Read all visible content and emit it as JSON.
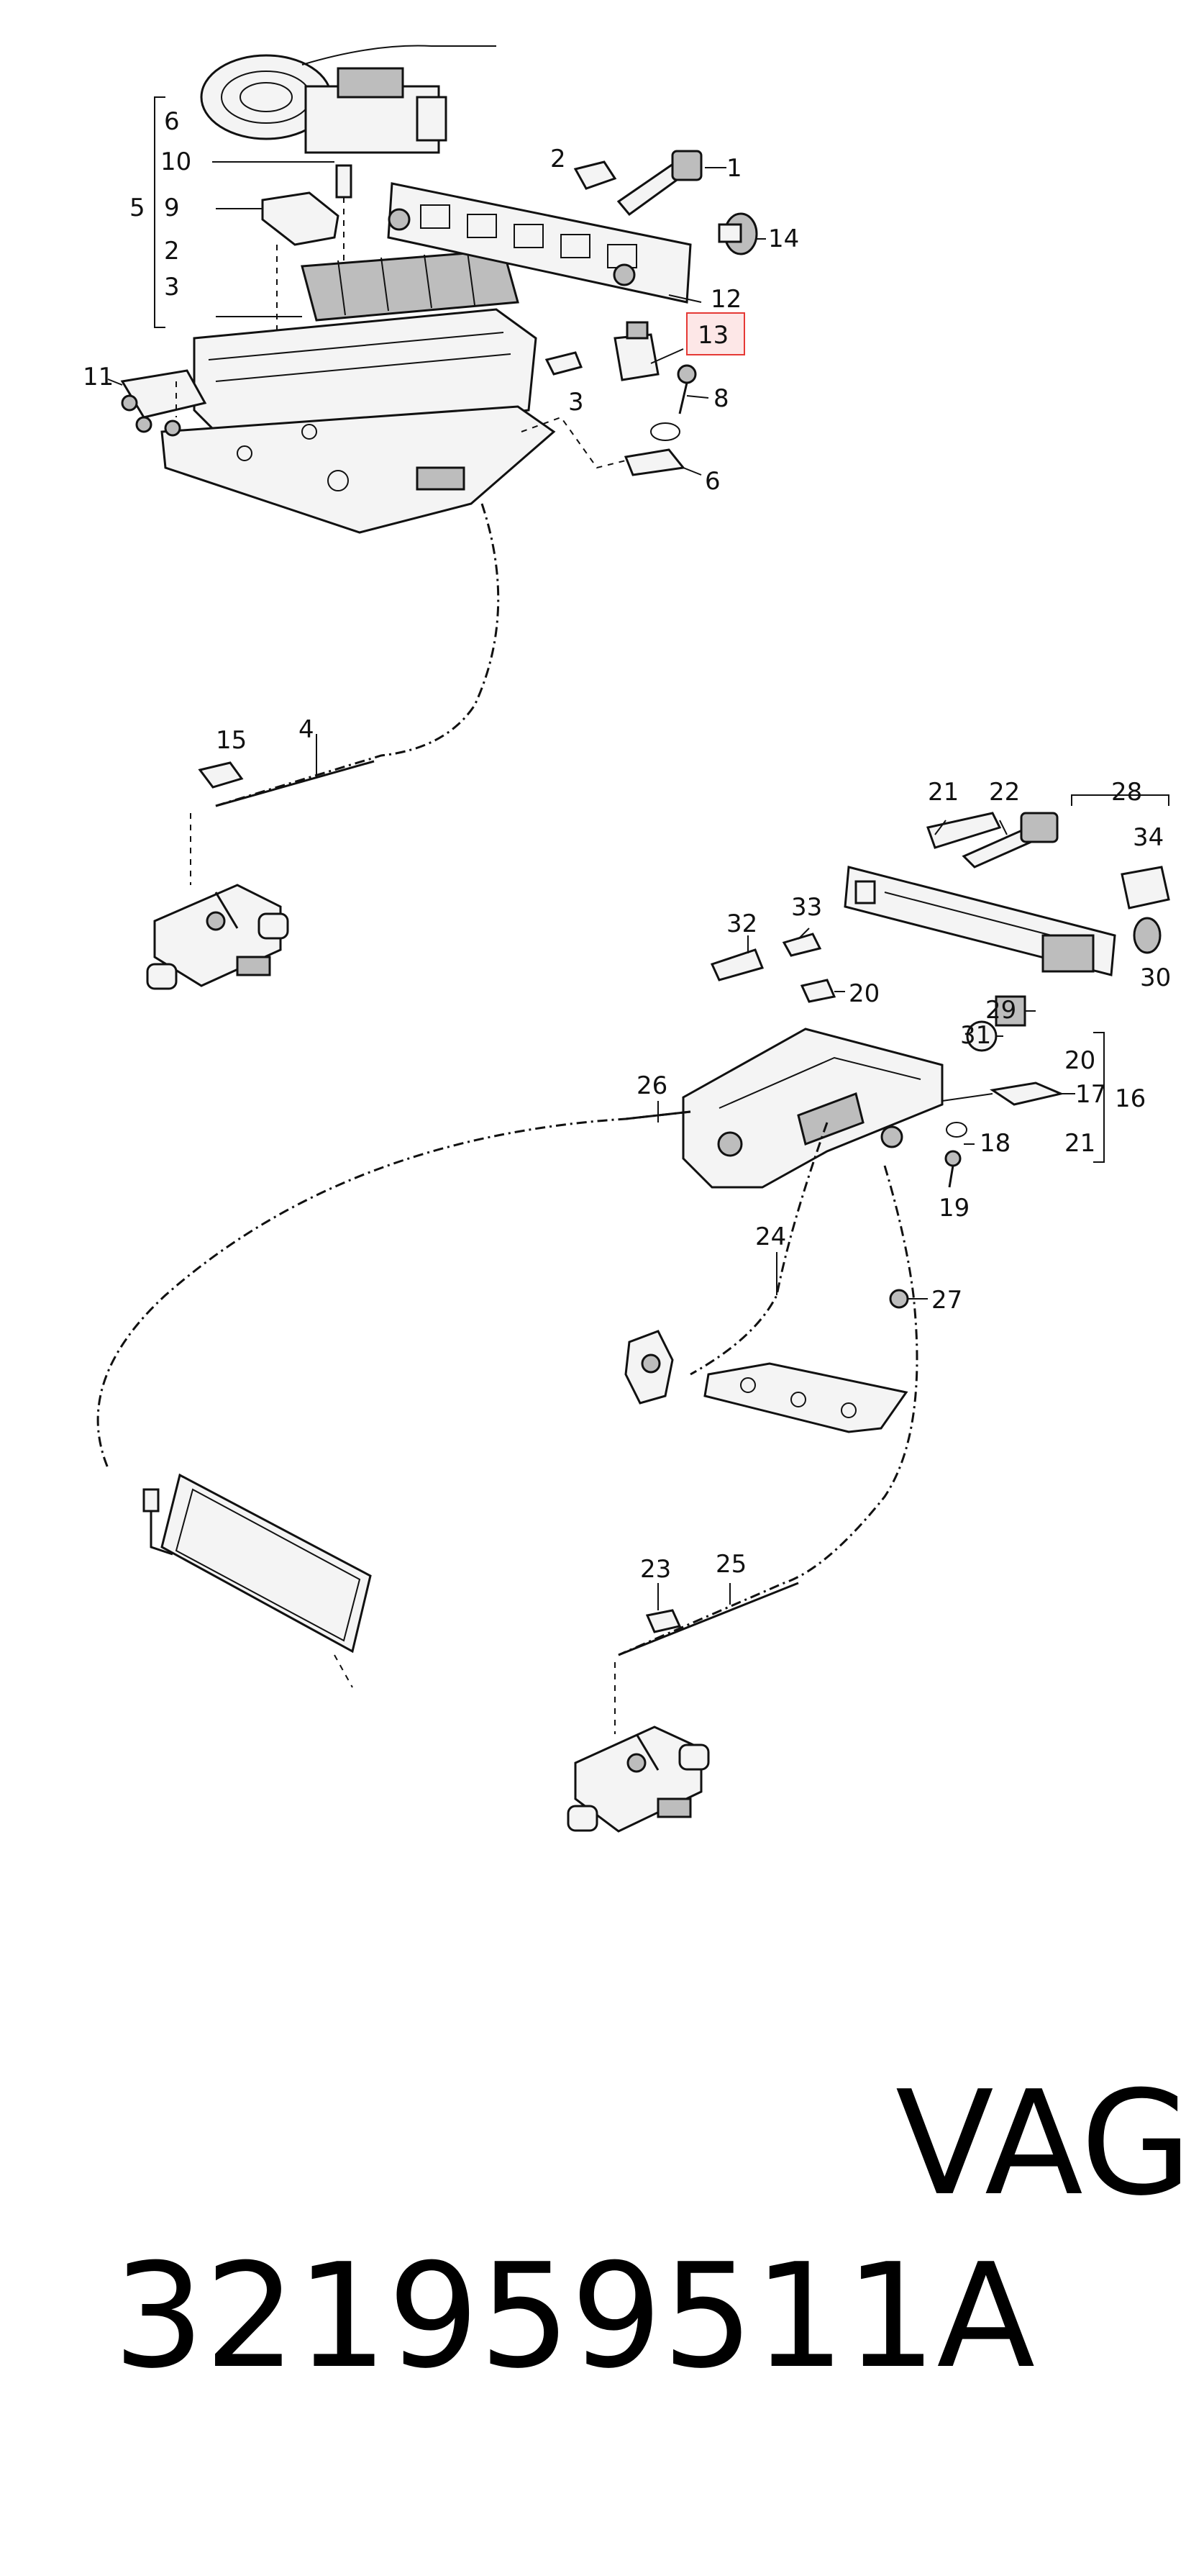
{
  "callouts": [
    {
      "id": "c6a",
      "text": "6"
    },
    {
      "id": "c10",
      "text": "10"
    },
    {
      "id": "c5",
      "text": "5"
    },
    {
      "id": "c9",
      "text": "9"
    },
    {
      "id": "c2a",
      "text": "2"
    },
    {
      "id": "c3a",
      "text": "3"
    },
    {
      "id": "c2b",
      "text": "2"
    },
    {
      "id": "c1",
      "text": "1"
    },
    {
      "id": "c14",
      "text": "14"
    },
    {
      "id": "c12",
      "text": "12"
    },
    {
      "id": "c13",
      "text": "13"
    },
    {
      "id": "c11",
      "text": "11"
    },
    {
      "id": "c3b",
      "text": "3"
    },
    {
      "id": "c8",
      "text": "8"
    },
    {
      "id": "c6b",
      "text": "6"
    },
    {
      "id": "c15",
      "text": "15"
    },
    {
      "id": "c4",
      "text": "4"
    },
    {
      "id": "c21a",
      "text": "21"
    },
    {
      "id": "c22",
      "text": "22"
    },
    {
      "id": "c28",
      "text": "28"
    },
    {
      "id": "c34",
      "text": "34"
    },
    {
      "id": "c32",
      "text": "32"
    },
    {
      "id": "c33",
      "text": "33"
    },
    {
      "id": "c20a",
      "text": "20"
    },
    {
      "id": "c30",
      "text": "30"
    },
    {
      "id": "c29",
      "text": "29"
    },
    {
      "id": "c31",
      "text": "31"
    },
    {
      "id": "c20b",
      "text": "20"
    },
    {
      "id": "c26",
      "text": "26"
    },
    {
      "id": "c17",
      "text": "17"
    },
    {
      "id": "c16",
      "text": "16"
    },
    {
      "id": "c18",
      "text": "18"
    },
    {
      "id": "c21b",
      "text": "21"
    },
    {
      "id": "c19",
      "text": "19"
    },
    {
      "id": "c24",
      "text": "24"
    },
    {
      "id": "c27",
      "text": "27"
    },
    {
      "id": "c23",
      "text": "23"
    },
    {
      "id": "c25",
      "text": "25"
    }
  ],
  "highlighted_callout": "13",
  "highlight_color": "#e53935",
  "footer": {
    "part_number": "321959511A",
    "brand": "VAG"
  }
}
